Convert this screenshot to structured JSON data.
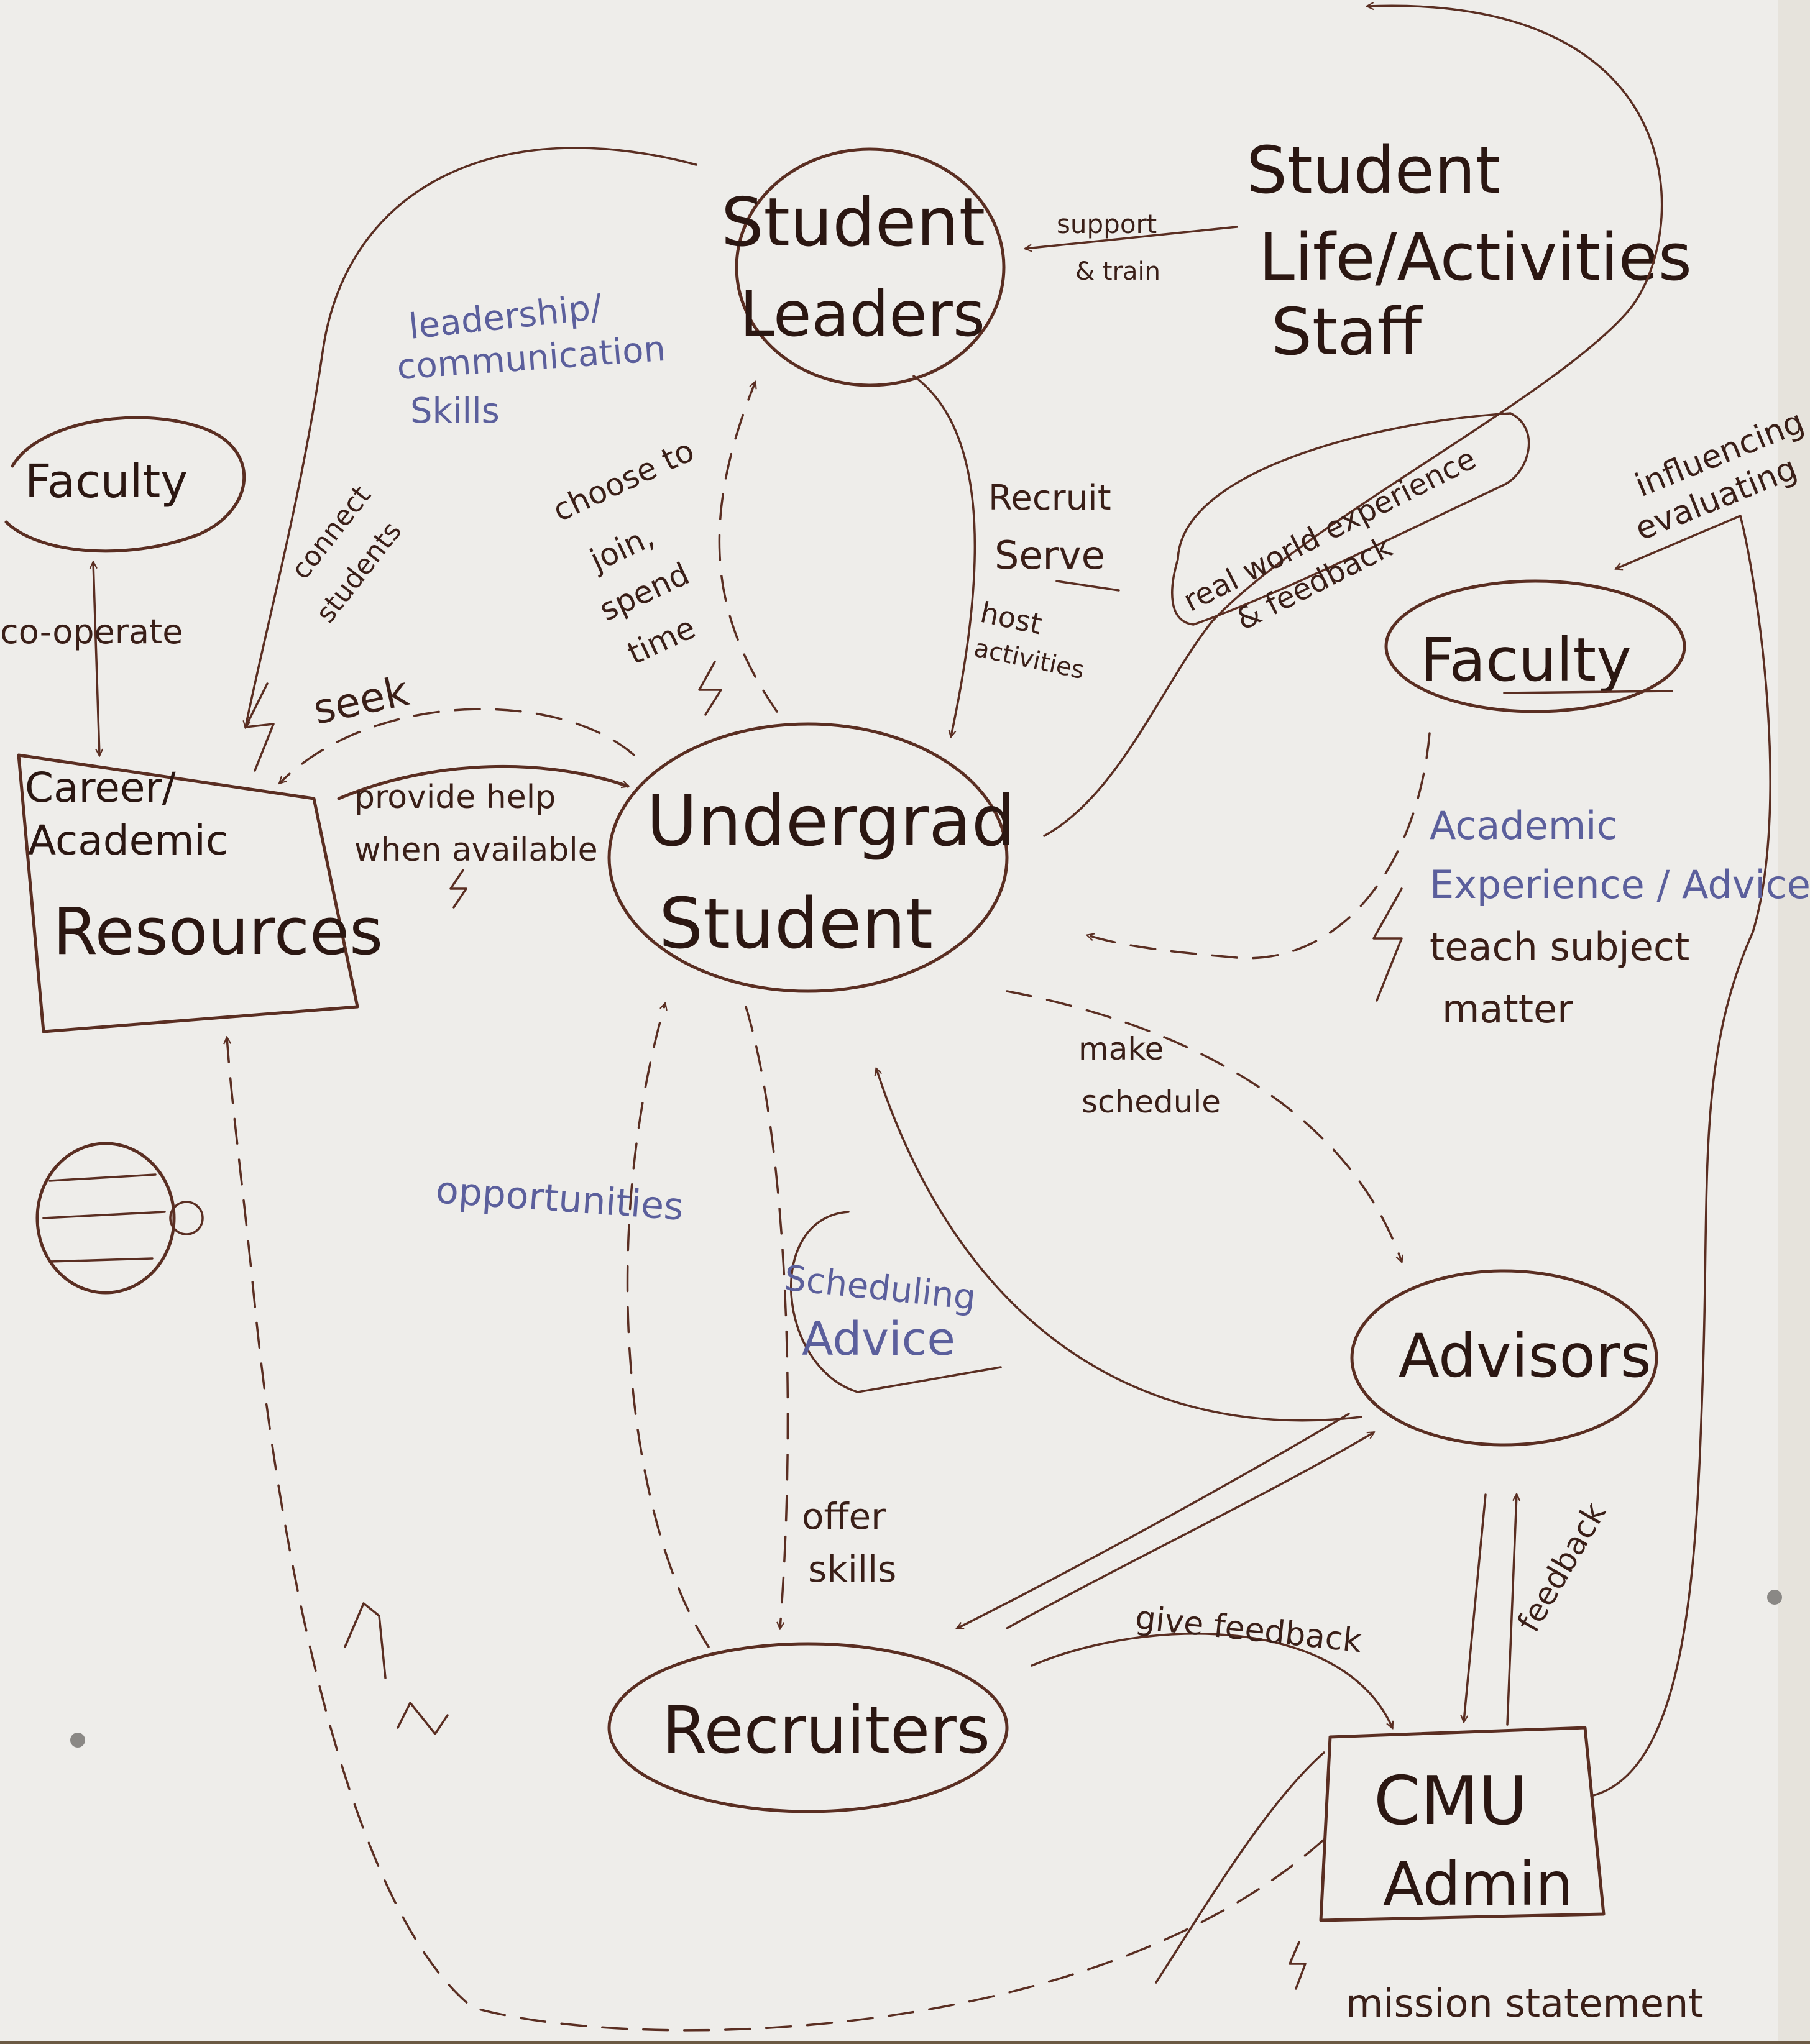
{
  "nodes": {
    "student_leaders": [
      "Student",
      "Leaders"
    ],
    "student_life_staff": [
      "Student",
      "Life/Activities",
      "Staff"
    ],
    "faculty_left": "Faculty",
    "faculty_right": "Faculty",
    "career_resources": [
      "Career/",
      "Academic",
      "Resources"
    ],
    "undergrad_student": [
      "Undergrad",
      "Student"
    ],
    "advisors": "Advisors",
    "recruiters": "Recruiters",
    "cmu_admin": [
      "CMU",
      "Admin"
    ]
  },
  "edge_labels": {
    "support": "support",
    "train": "& train",
    "leadership": "leadership/",
    "communication": "communication",
    "skills": "Skills",
    "choose_to": "choose to",
    "join": "join,",
    "spend": "spend",
    "time": "time",
    "recruit": "Recruit",
    "serve": "Serve",
    "host": "host",
    "activities": "activities",
    "connect": "connect",
    "students": "students",
    "co_operate": "co-operate",
    "seek": "seek",
    "provide_help": "provide help",
    "when_available": "when available",
    "real_world": "real world experience",
    "feedback_amp": "& feedback",
    "influencing": "influencing",
    "evaluating": "evaluating",
    "academic": "Academic",
    "experience_advice": "Experience / Advice",
    "teach_subject": "teach subject",
    "matter": "matter",
    "make": "make",
    "schedule": "schedule",
    "opportunities": "opportunities",
    "scheduling": "Scheduling",
    "advice": "Advice",
    "offer": "offer",
    "skills_offer": "skills",
    "give_feedback": "give feedback",
    "feedback": "feedback",
    "mission_statement": "mission statement"
  }
}
